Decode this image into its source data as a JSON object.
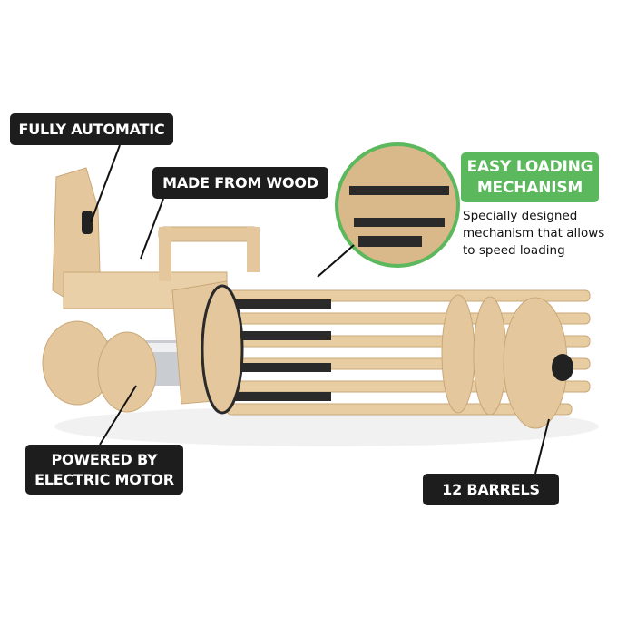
{
  "callouts": {
    "fully_automatic": "FULLY AUTOMATIC",
    "made_from_wood": "MADE FROM WOOD",
    "easy_loading": {
      "title_line1": "EASY LOADING",
      "title_line2": "MECHANISM",
      "description": "Specially designed mechanism that allows to speed loading"
    },
    "powered_line1": "POWERED BY",
    "powered_line2": "ELECTRIC MOTOR",
    "barrels": "12 BARRELS"
  },
  "colors": {
    "label_bg": "#1d1d1d",
    "accent_green": "#5cb85c",
    "wood": "#e4c79c"
  }
}
